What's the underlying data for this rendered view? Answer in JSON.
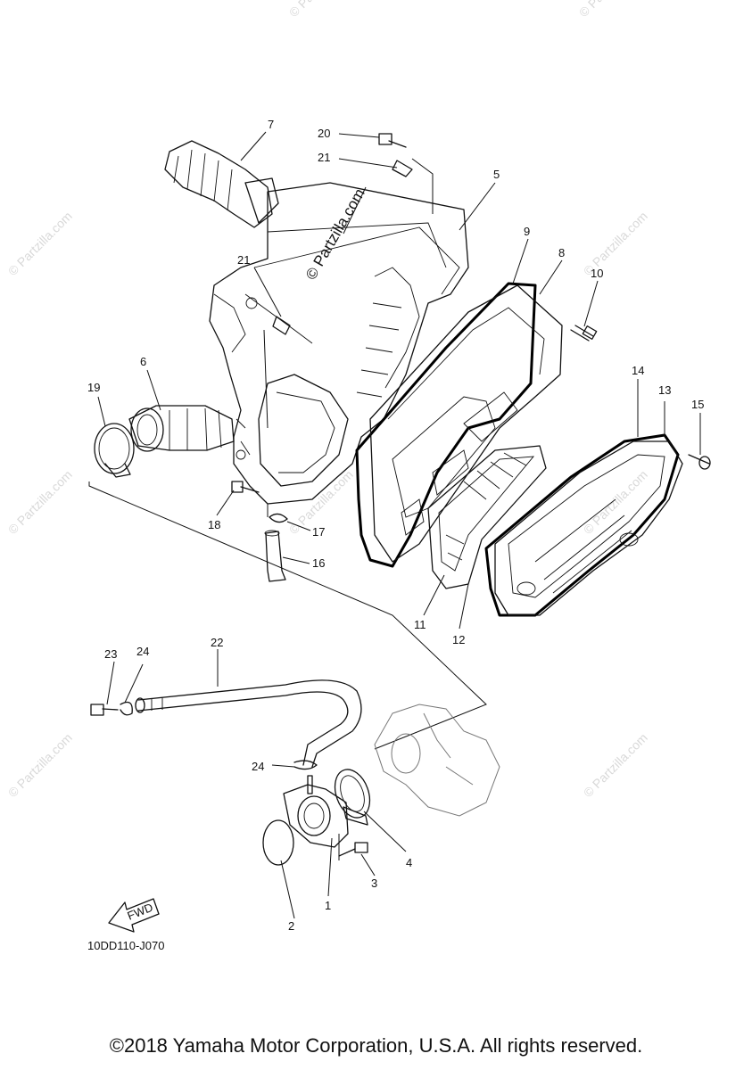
{
  "diagram_code": "10DD110-J070",
  "fwd_label": "FWD",
  "copyright": "©2018 Yamaha Motor Corporation, U.S.A. All rights reserved.",
  "watermark_small": "© Partzilla.com",
  "watermark_center": "© Partzilla.com",
  "callouts": [
    "1",
    "2",
    "3",
    "4",
    "5",
    "6",
    "7",
    "8",
    "9",
    "10",
    "11",
    "12",
    "13",
    "14",
    "15",
    "16",
    "17",
    "18",
    "19",
    "20",
    "21",
    "21",
    "22",
    "23",
    "24",
    "24"
  ]
}
